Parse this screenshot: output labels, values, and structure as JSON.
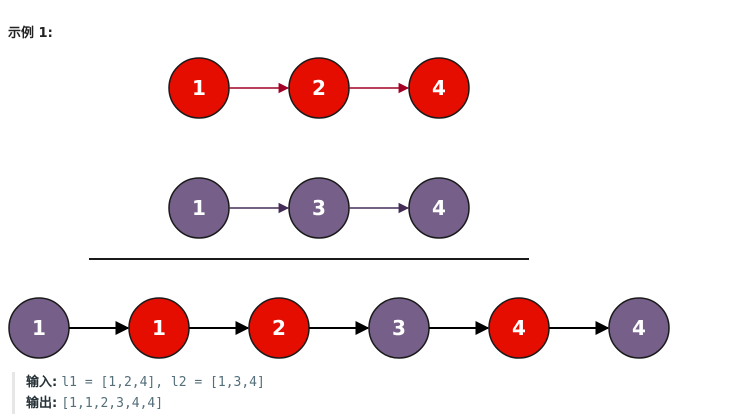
{
  "heading": "示例 1:",
  "colors": {
    "red_fill": "#e50d00",
    "purple_fill": "#76608a",
    "node_stroke": "#1a1a1a",
    "red_arrow": "#a20025",
    "purple_arrow": "#432d57",
    "merged_arrow": "#000000",
    "divider": "#1a1a1a"
  },
  "lists": [
    {
      "name": "l1",
      "nodes": [
        {
          "value": "1",
          "color": "red"
        },
        {
          "value": "2",
          "color": "red"
        },
        {
          "value": "4",
          "color": "red"
        }
      ]
    },
    {
      "name": "l2",
      "nodes": [
        {
          "value": "1",
          "color": "purple"
        },
        {
          "value": "3",
          "color": "purple"
        },
        {
          "value": "4",
          "color": "purple"
        }
      ]
    },
    {
      "name": "merged",
      "nodes": [
        {
          "value": "1",
          "color": "purple"
        },
        {
          "value": "1",
          "color": "red"
        },
        {
          "value": "2",
          "color": "red"
        },
        {
          "value": "3",
          "color": "purple"
        },
        {
          "value": "4",
          "color": "red"
        },
        {
          "value": "4",
          "color": "purple"
        }
      ]
    }
  ],
  "input": {
    "label": "输入:",
    "value": "l1 = [1,2,4], l2 = [1,3,4]"
  },
  "output": {
    "label": "输出:",
    "value": "[1,1,2,3,4,4]"
  }
}
